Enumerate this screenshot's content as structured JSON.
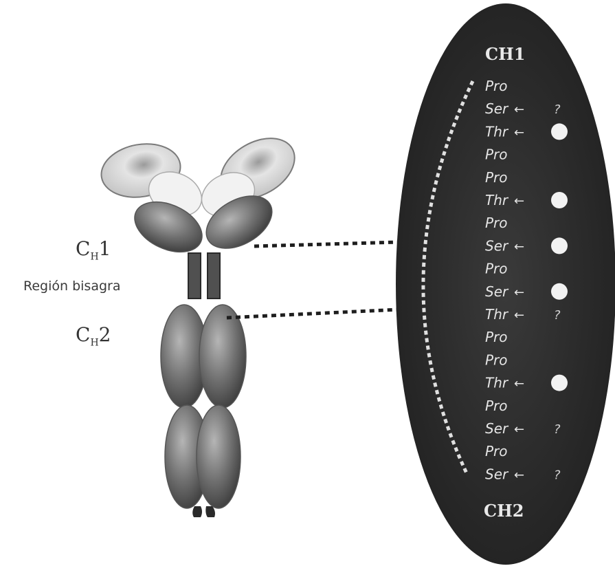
{
  "labels": {
    "ch1_main": "C",
    "ch1_sub": "H",
    "ch1_num": "1",
    "hinge": "Región bisagra",
    "ch2_main": "C",
    "ch2_sub": "H",
    "ch2_num": "2"
  },
  "hinge_panel": {
    "top_label": "CH1",
    "bottom_label": "CH2",
    "residues": [
      {
        "aa": "Pro",
        "marker": "none"
      },
      {
        "aa": "Ser",
        "marker": "question"
      },
      {
        "aa": "Thr",
        "marker": "dot"
      },
      {
        "aa": "Pro",
        "marker": "none"
      },
      {
        "aa": "Pro",
        "marker": "none"
      },
      {
        "aa": "Thr",
        "marker": "dot"
      },
      {
        "aa": "Pro",
        "marker": "none"
      },
      {
        "aa": "Ser",
        "marker": "dot"
      },
      {
        "aa": "Pro",
        "marker": "none"
      },
      {
        "aa": "Ser",
        "marker": "dot"
      },
      {
        "aa": "Thr",
        "marker": "question"
      },
      {
        "aa": "Pro",
        "marker": "none"
      },
      {
        "aa": "Pro",
        "marker": "none"
      },
      {
        "aa": "Thr",
        "marker": "dot"
      },
      {
        "aa": "Pro",
        "marker": "none"
      },
      {
        "aa": "Ser",
        "marker": "question"
      },
      {
        "aa": "Pro",
        "marker": "none"
      },
      {
        "aa": "Ser",
        "marker": "question"
      }
    ],
    "arrow_glyph": "←",
    "question_glyph": "?"
  },
  "colors": {
    "oval": "#2b2b2b",
    "domain_dark": "#6e6e6e",
    "domain_light": "#d9d9d9",
    "text_light": "#e6e6e6",
    "label_dark": "#333333"
  }
}
